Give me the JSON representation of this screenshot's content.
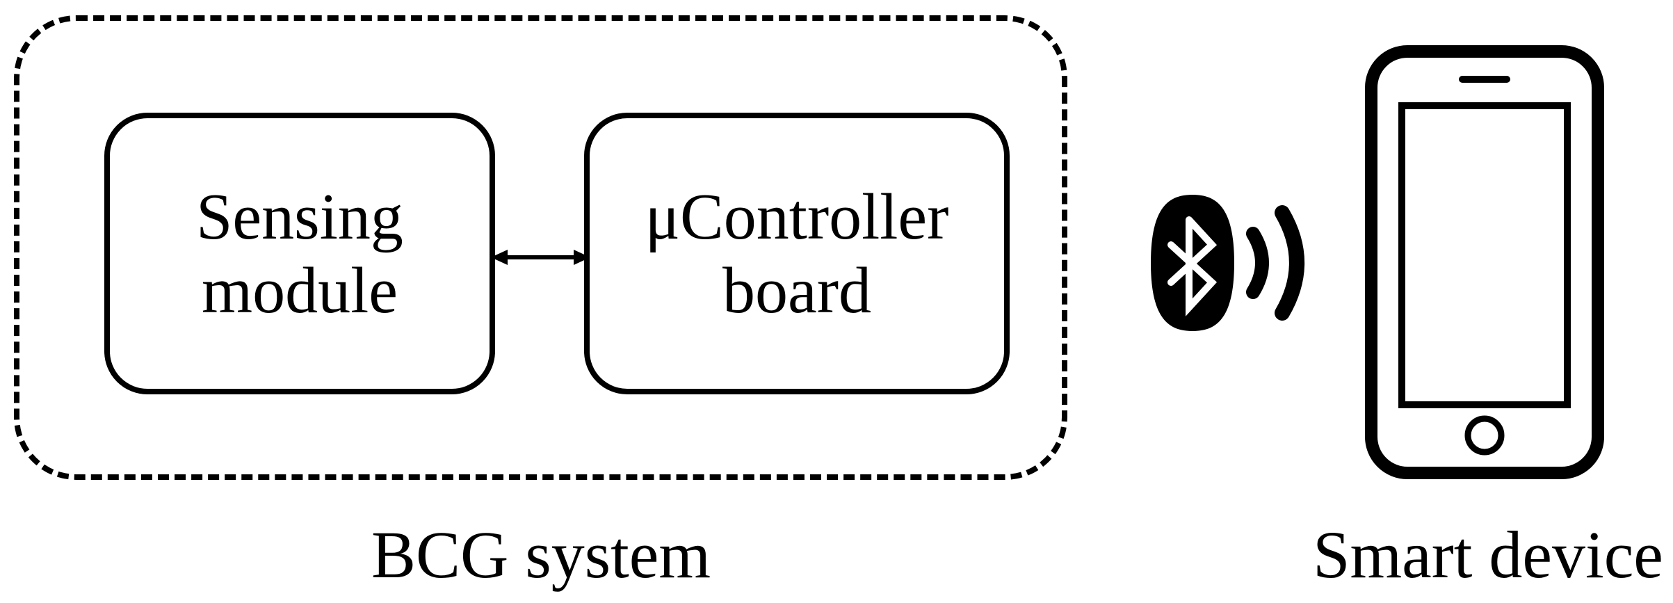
{
  "diagram": {
    "system_group": {
      "label": "BCG system"
    },
    "blocks": [
      {
        "lines": [
          "Sensing",
          "module"
        ]
      },
      {
        "lines": [
          "μController",
          "board"
        ]
      }
    ],
    "connection": "bidirectional-arrow",
    "wireless_link_icon": "bluetooth-icon",
    "device": {
      "icon": "smartphone-icon",
      "label": "Smart device"
    },
    "colors": {
      "stroke": "#000000",
      "background": "#ffffff"
    }
  }
}
